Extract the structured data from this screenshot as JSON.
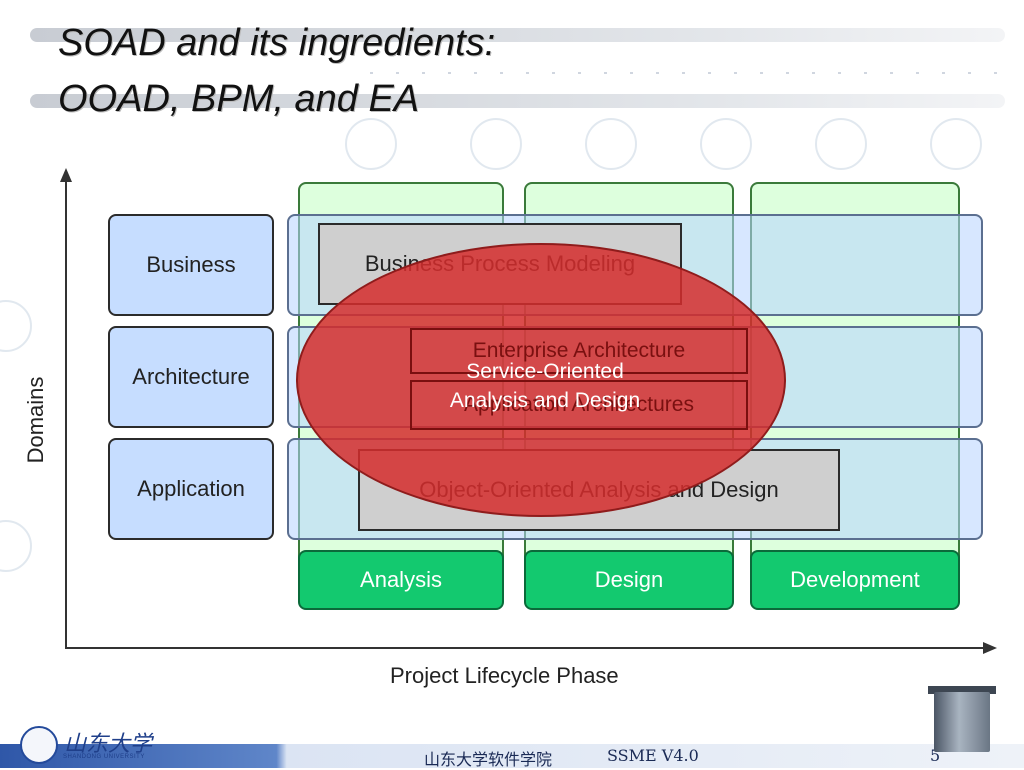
{
  "slide": {
    "title_line1": "SOAD and its ingredients:",
    "title_line2": "OOAD, BPM, and EA",
    "page_number": "5"
  },
  "diagram": {
    "y_axis_label": "Domains",
    "x_axis_label": "Project Lifecycle Phase",
    "domains": [
      "Business",
      "Architecture",
      "Application"
    ],
    "phases": [
      "Analysis",
      "Design",
      "Development"
    ],
    "bpm": "Business Process Modeling",
    "ea": "Enterprise Architecture",
    "app_arch": "Application Architectures",
    "ooad": "Object-Oriented Analysis and Design",
    "soad_line1": "Service-Oriented",
    "soad_line2": "Analysis and Design"
  },
  "footer": {
    "institute": "山东大学软件学院",
    "version": "SSME V4.0",
    "logo_text": "山东大学",
    "logo_subtext": "SHANDONG UNIVERSITY"
  },
  "colors": {
    "domain_box": "#c6ddff",
    "phase_box": "#13c96f",
    "column_bg": "#ddffdd",
    "soad_ellipse": "#d52d2d",
    "ingredient_box": "#cfcfcf"
  }
}
